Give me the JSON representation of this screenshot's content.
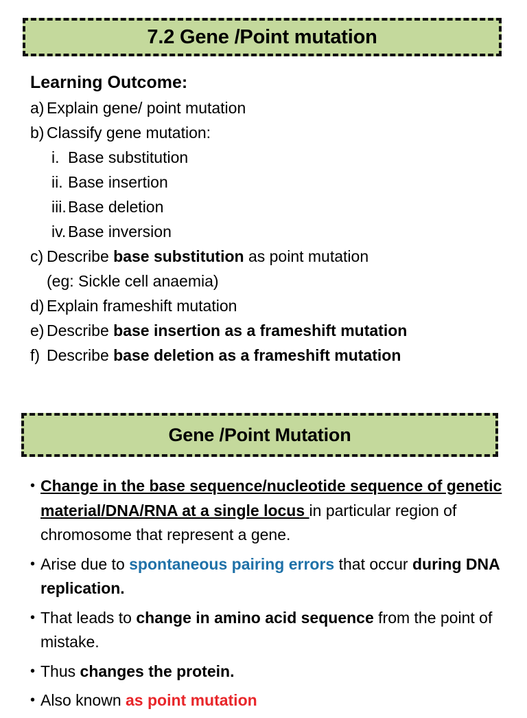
{
  "colors": {
    "banner_fill": "#c4d99c",
    "banner_border": "#111111",
    "accent_blue": "#1f71a8",
    "accent_red": "#e8262a",
    "text": "#000000"
  },
  "banner_1": {
    "title": "7.2 Gene /Point mutation"
  },
  "learning_outcome": {
    "heading": "Learning Outcome:",
    "items": [
      {
        "marker": "a)",
        "text": "Explain gene/ point mutation"
      },
      {
        "marker": "b)",
        "text": "Classify gene mutation:"
      }
    ],
    "sub_items": [
      {
        "marker": "i.",
        "text": "Base substitution"
      },
      {
        "marker": "ii.",
        "text": "Base insertion"
      },
      {
        "marker": "iii.",
        "text": "Base deletion"
      },
      {
        "marker": "iv.",
        "text": "Base inversion"
      }
    ],
    "item_c": {
      "marker": "c)",
      "pre": "Describe ",
      "bold": "base substitution",
      "post": " as point mutation",
      "continuation": "(eg: Sickle cell anaemia)"
    },
    "item_d": {
      "marker": "d)",
      "text": "Explain frameshift mutation"
    },
    "item_e": {
      "marker": "e)",
      "pre": "Describe ",
      "bold": "base insertion as a frameshift mutation"
    },
    "item_f": {
      "marker": "f) ",
      "pre": "Describe ",
      "bold": "base deletion as a frameshift mutation"
    }
  },
  "banner_2": {
    "title": "Gene /Point Mutation"
  },
  "definition_bullets": {
    "bullet_marker": "•",
    "b1": {
      "bold_underline_1": "Change in the base sequence/nucleotide sequence of genetic material/DNA/RNA at ",
      "bold_underline_2": "a single locus ",
      "plain_tail": "in particular region of chromosome that represent a gene."
    },
    "b2": {
      "pre": "Arise due to ",
      "blue": "spontaneous pairing errors",
      "mid": " that occur ",
      "bold": "during DNA replication."
    },
    "b3": {
      "pre": "That leads to ",
      "bold": "change in amino acid sequence",
      "post": " from the point of mistake."
    },
    "b4": {
      "pre": "Thus ",
      "bold": "changes the protein."
    },
    "b5": {
      "pre": "Also known ",
      "red": "as point mutation"
    }
  }
}
